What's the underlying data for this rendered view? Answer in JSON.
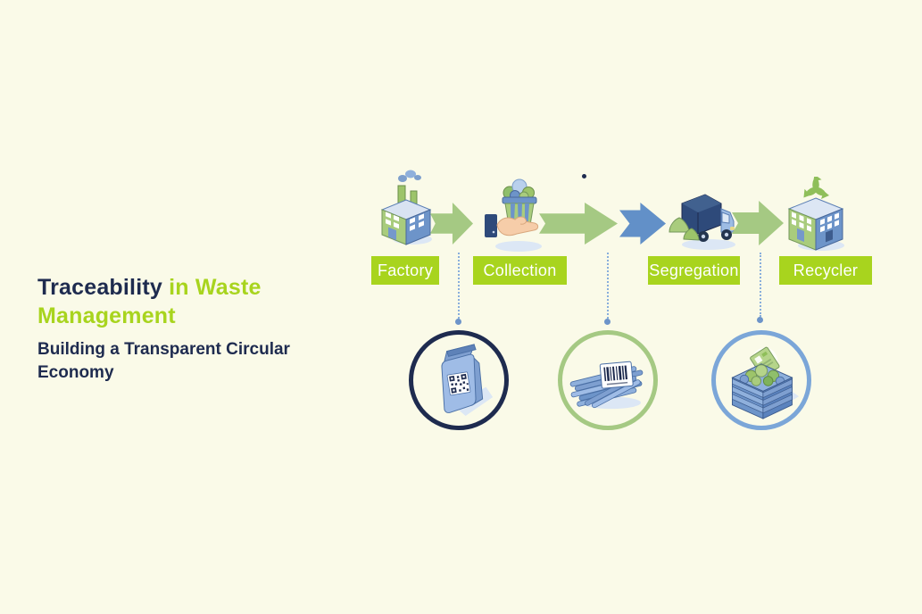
{
  "title": {
    "dark": "Traceability",
    "green": "in Waste Management",
    "subtitle": "Building a Transparent Circular Economy"
  },
  "flow": {
    "stages": [
      {
        "label": "Factory",
        "icon": "factory-icon"
      },
      {
        "label": "Collection",
        "icon": "hand-holding-bin-icon"
      },
      {
        "label": "Segregation",
        "icon": "waste-truck-icon"
      },
      {
        "label": "Recycler",
        "icon": "recycling-plant-icon"
      }
    ],
    "arrows": [
      "green",
      "green",
      "blue",
      "green"
    ]
  },
  "callouts": [
    {
      "icon": "qr-coded-package-icon",
      "border": "#1E2B4F"
    },
    {
      "icon": "barcoded-pipes-bundle-icon",
      "border": "#A5C983"
    },
    {
      "icon": "tagged-recycling-crate-icon",
      "border": "#7BA6D8"
    }
  ],
  "colors": {
    "background": "#FAFAE8",
    "navy": "#1E2B4F",
    "lime": "#A8D41E",
    "label-text": "#FFFFFF",
    "arrow-green": "#A5C983",
    "arrow-blue": "#6290C8",
    "connector": "#89AEDC",
    "connector-dot": "#6D94C9",
    "circle1-border": "#1E2B4F",
    "circle2-border": "#A5C983",
    "circle3-border": "#7BA6D8"
  }
}
